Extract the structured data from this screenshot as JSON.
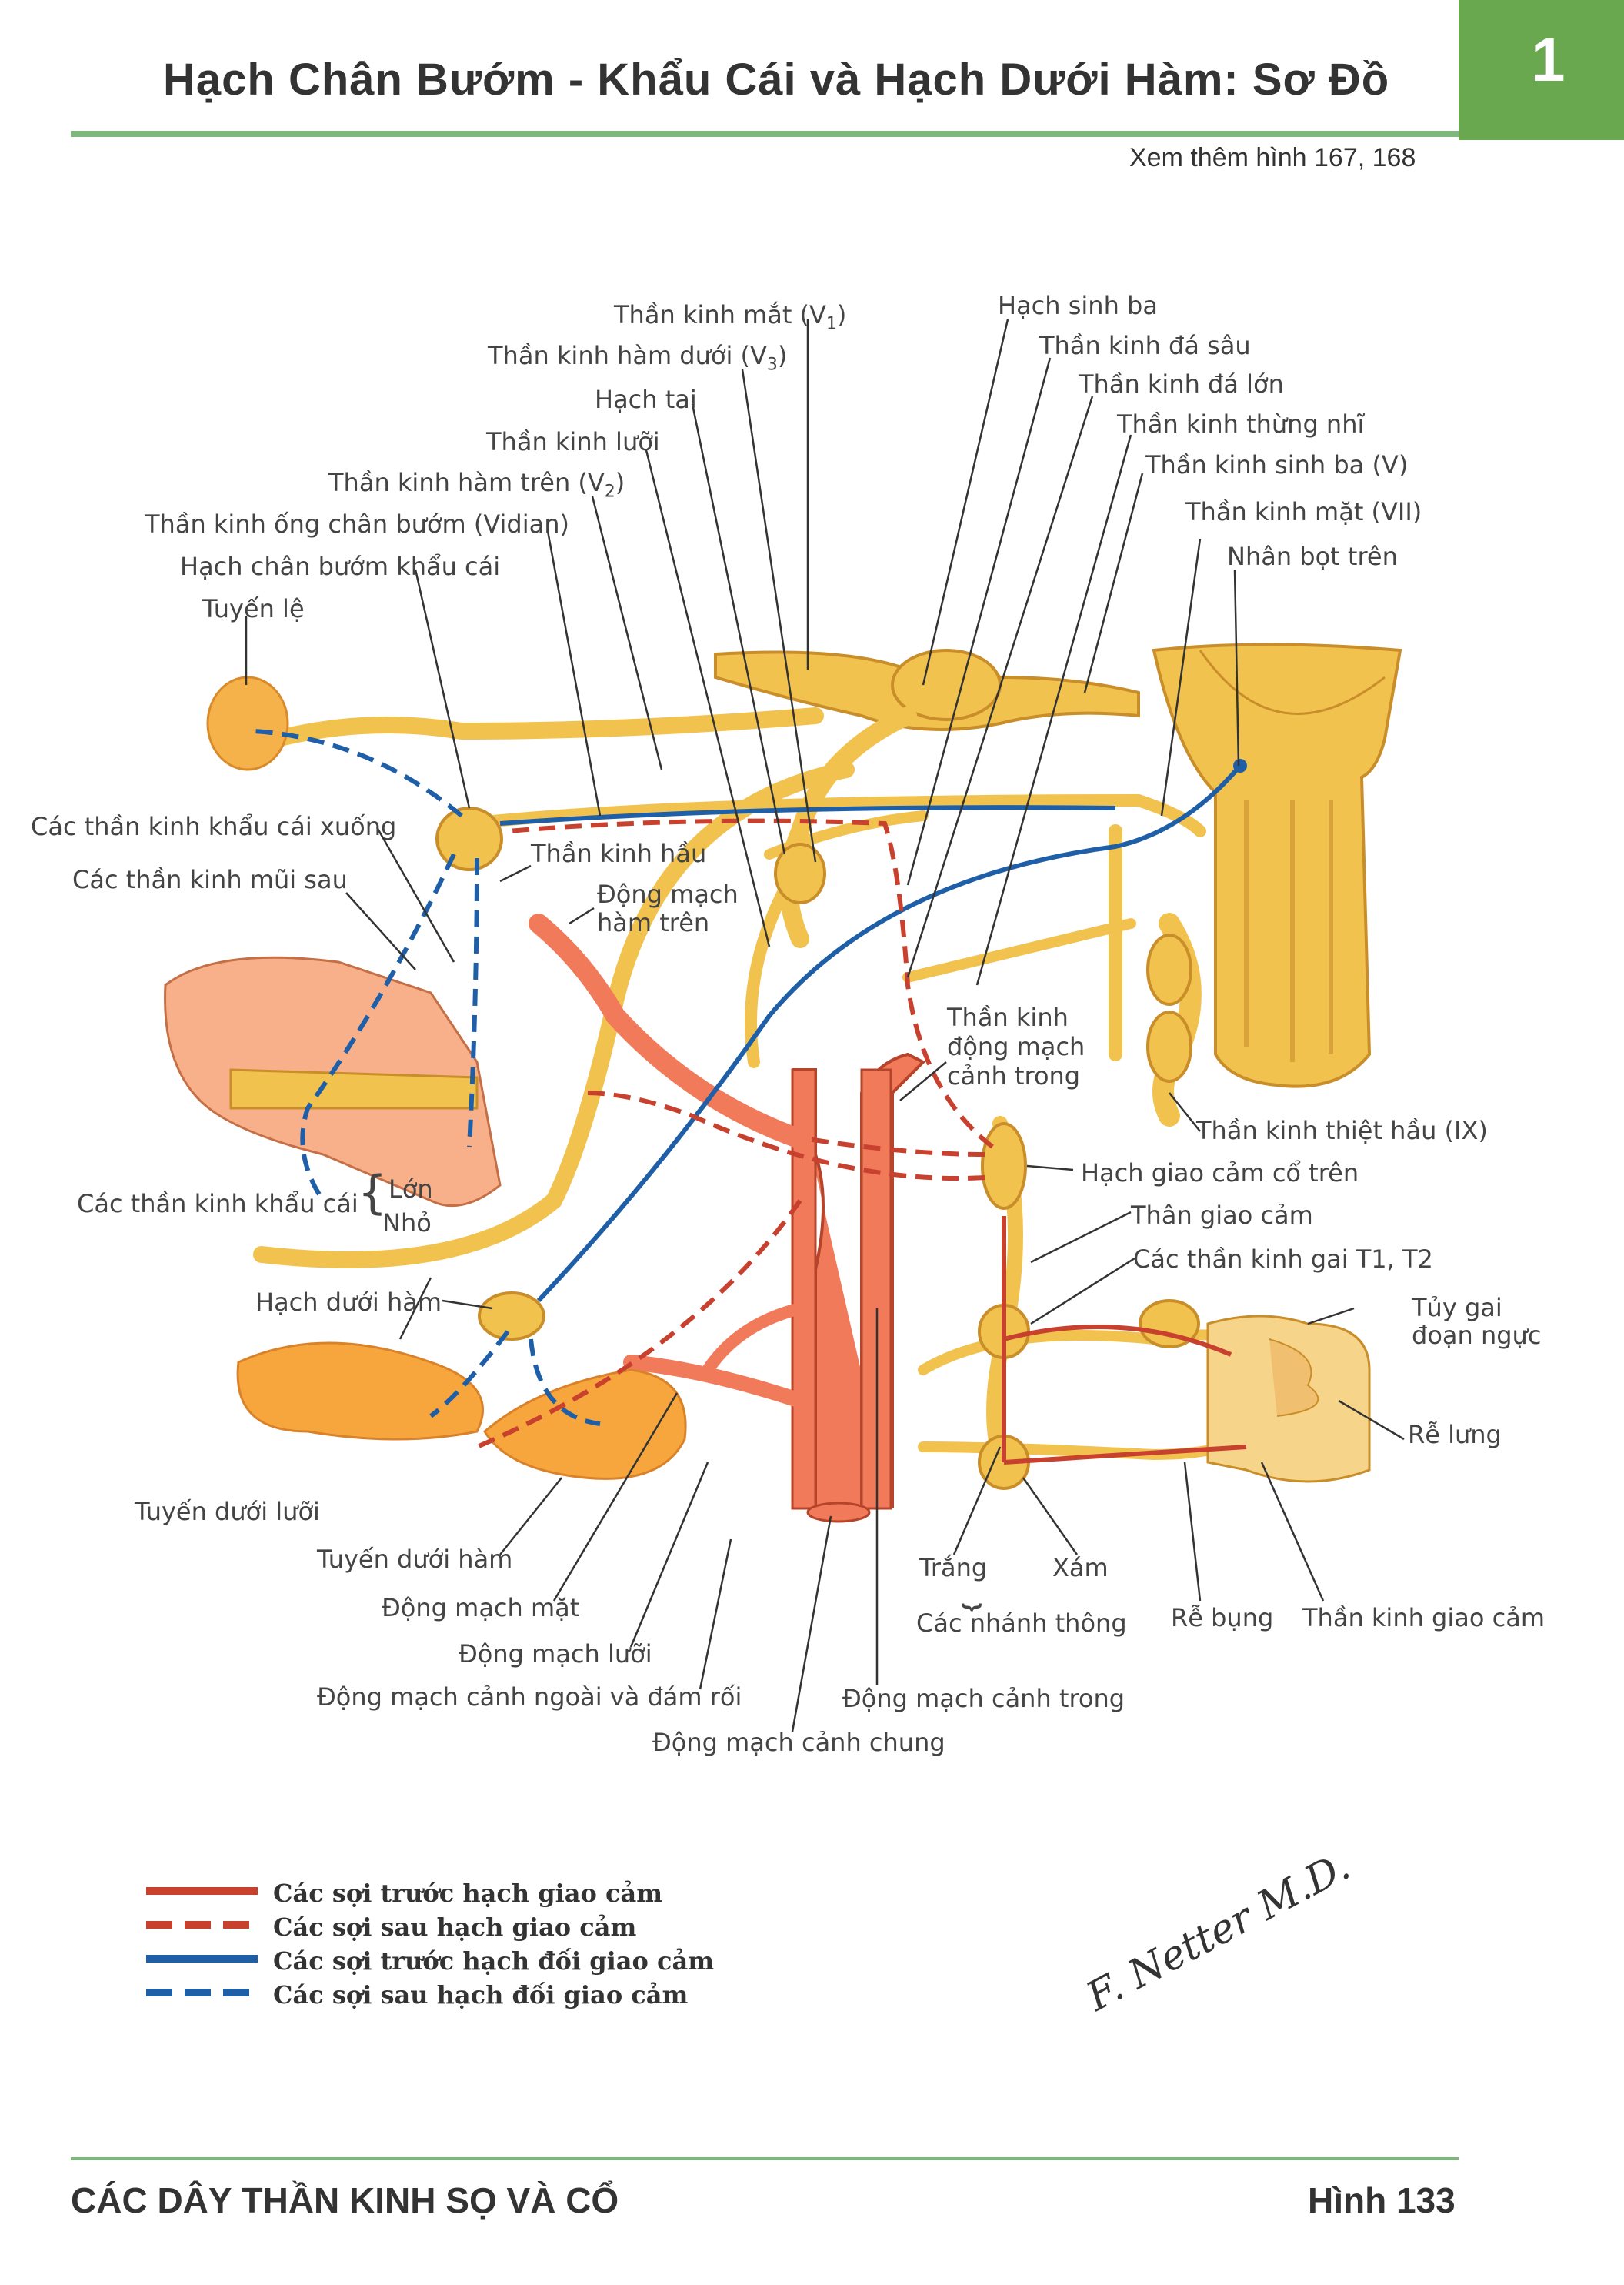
{
  "header": {
    "title": "Hạch Chân Bướm - Khẩu Cái và Hạch Dưới Hàm: Sơ Đồ",
    "section_number": "1",
    "see_also": "Xem thêm hình 167, 168"
  },
  "labels": {
    "than_kinh_mat_v1": "Thần kinh mắt (V",
    "than_kinh_mat_v1_sub": "1",
    "than_kinh_ham_duoi_v3": "Thần kinh hàm dưới (V",
    "than_kinh_ham_duoi_v3_sub": "3",
    "hach_tai": "Hạch tai",
    "than_kinh_luoi": "Thần kinh lưỡi",
    "than_kinh_ham_tren_v2": "Thần kinh hàm trên (V",
    "than_kinh_ham_tren_v2_sub": "2",
    "than_kinh_ong_chan_buom": "Thần kinh ống chân bướm (Vidian)",
    "hach_chan_buom_khau_cai": "Hạch chân bướm khẩu cái",
    "tuyen_le": "Tuyến lệ",
    "hach_sinh_ba": "Hạch sinh ba",
    "than_kinh_da_sau": "Thần kinh đá sâu",
    "than_kinh_da_lon": "Thần kinh đá lớn",
    "than_kinh_thung_nhi": "Thần kinh thừng nhĩ",
    "than_kinh_sinh_ba_v": "Thần kinh sinh ba (V)",
    "than_kinh_mat_vii": "Thần kinh mặt (VII)",
    "nhan_bot_tren": "Nhân bọt trên",
    "cac_than_kinh_khau_cai_xuong": "Các thần kinh khẩu cái xuống",
    "cac_than_kinh_mui_sau": "Các thần kinh mũi sau",
    "than_kinh_hau": "Thần kinh hầu",
    "dong_mach_ham_tren_1": "Động mạch",
    "dong_mach_ham_tren_2": "hàm trên",
    "than_kinh_dong_mach_1": "Thần kinh",
    "than_kinh_dong_mach_2": "động mạch",
    "than_kinh_dong_mach_3": "cảnh trong",
    "than_kinh_thiet_hau": "Thần kinh thiệt hầu (IX)",
    "hach_giao_cam_co_tren": "Hạch giao cảm cổ trên",
    "than_giao_cam": "Thân giao cảm",
    "cac_than_kinh_gai": "Các thần kinh gai T1, T2",
    "cac_than_kinh_khau_cai": "Các thần kinh khẩu cái",
    "lon": "Lớn",
    "nho": "Nhỏ",
    "hach_duoi_ham": "Hạch dưới hàm",
    "tuy_gai_1": "Tủy gai",
    "tuy_gai_2": "đoạn ngực",
    "re_lung": "Rễ lưng",
    "tuyen_duoi_luoi": "Tuyến dưới lưỡi",
    "tuyen_duoi_ham": "Tuyến dưới hàm",
    "dong_mach_mat": "Động mạch mặt",
    "dong_mach_luoi": "Động mạch lưỡi",
    "dong_mach_canh_ngoai": "Động mạch cảnh ngoài và đám rối",
    "dong_mach_canh_chung": "Động mạch cảnh chung",
    "dong_mach_canh_trong": "Động mạch cảnh trong",
    "trang": "Trắng",
    "xam": "Xám",
    "cac_nhanh_thong": "Các nhánh thông",
    "re_bung": "Rễ bụng",
    "than_kinh_giao_cam": "Thần kinh giao cảm"
  },
  "legend": [
    {
      "text": "Các sợi trước hạch giao cảm",
      "color": "#c8402e",
      "style": "solid"
    },
    {
      "text": "Các sợi sau hạch giao cảm",
      "color": "#c8402e",
      "style": "dashed"
    },
    {
      "text": "Các sợi trước hạch đối giao cảm",
      "color": "#1f5fa8",
      "style": "solid"
    },
    {
      "text": "Các sợi sau hạch đối giao cảm",
      "color": "#1f5fa8",
      "style": "dashed"
    }
  ],
  "signature": "F. Netter M.D.",
  "footer": {
    "chapter": "CÁC DÂY THẦN KINH SỌ VÀ CỔ",
    "figure": "Hình 133"
  },
  "colors": {
    "accent_green": "#6aa84f",
    "nerve_yellow": "#f2c24f",
    "sympathetic_red": "#c8402e",
    "parasympathetic_blue": "#1f5fa8",
    "artery": "#f07a5a"
  }
}
